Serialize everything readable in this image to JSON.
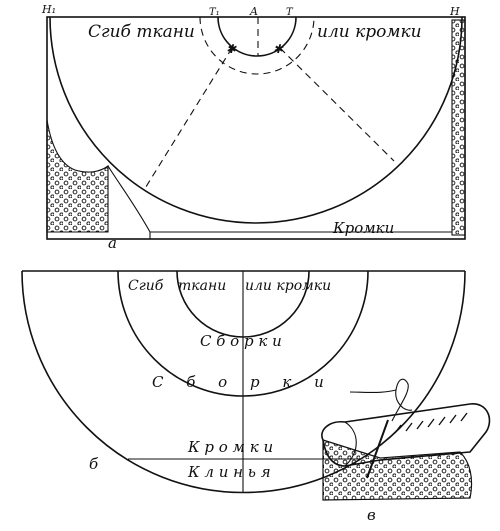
{
  "figure_a": {
    "point_h1": "H₁",
    "point_t1": "T₁",
    "point_a": "A",
    "point_t": "T",
    "point_h": "H",
    "fold_left": "Сгиб ткани",
    "fold_right": "или кромки",
    "selvedge": "Кромки",
    "caption": "а"
  },
  "figure_b": {
    "fold_left": "Сгиб",
    "fold_mid": "ткани",
    "fold_right": "или кромки",
    "gathers_inner": "С б о р к и",
    "gathers_outer": "С б о р к и",
    "selvedge": "К р о м к и",
    "gores": "К л и н ь я",
    "caption": "б"
  },
  "figure_c": {
    "caption": "в"
  }
}
